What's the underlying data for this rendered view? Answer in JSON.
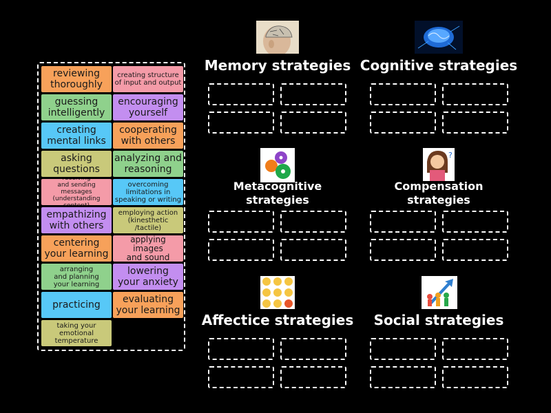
{
  "colors": {
    "orange": "#f7a15a",
    "pink": "#f49ba8",
    "green": "#8fd18c",
    "purple": "#c38ef0",
    "blue": "#57c8f7",
    "olive": "#c9c97a"
  },
  "bank": [
    {
      "label": "reviewing\nthoroughly",
      "color": "orange",
      "size": "l"
    },
    {
      "label": "creating structure\nof input and output",
      "color": "pink",
      "size": "s"
    },
    {
      "label": "guessing\nintelligently",
      "color": "green",
      "size": "l"
    },
    {
      "label": "encouraging\nyourself",
      "color": "purple",
      "size": "l"
    },
    {
      "label": "creating\nmental links",
      "color": "blue",
      "size": "l"
    },
    {
      "label": "cooperating\nwith others",
      "color": "orange",
      "size": "l"
    },
    {
      "label": "asking\nquestions",
      "color": "olive",
      "size": "l"
    },
    {
      "label": "analyzing and\nreasoning",
      "color": "green",
      "size": "l"
    },
    {
      "label": "receiving\nand sending messages\n(understanding content)",
      "color": "pink",
      "size": "xs"
    },
    {
      "label": "overcoming\nlimitations in\nspeaking or writing",
      "color": "blue",
      "size": "s"
    },
    {
      "label": "empathizing\nwith others",
      "color": "purple",
      "size": "l"
    },
    {
      "label": "employing action\n(kinesthetic /tactile)",
      "color": "olive",
      "size": "s"
    },
    {
      "label": "centering\nyour learning",
      "color": "orange",
      "size": "l"
    },
    {
      "label": "applying images\nand sound",
      "color": "pink",
      "size": "m"
    },
    {
      "label": "arranging\nand planning\nyour learning",
      "color": "green",
      "size": "s"
    },
    {
      "label": "lowering\nyour anxiety",
      "color": "purple",
      "size": "l"
    },
    {
      "label": "practicing",
      "color": "blue",
      "size": "l"
    },
    {
      "label": "evaluating\nyour learning",
      "color": "orange",
      "size": "l"
    },
    {
      "label": "taking your\nemotional\ntemperature",
      "color": "olive",
      "size": "s"
    }
  ],
  "groups": [
    {
      "title": "Memory strategies",
      "icon": "brain-head-icon"
    },
    {
      "title": "Cognitive strategies",
      "icon": "blue-brain-icon"
    },
    {
      "title": "Metacognitive\nstrategies",
      "icon": "gears-icon"
    },
    {
      "title": "Compensation\nstrategies",
      "icon": "thinking-girl-icon"
    },
    {
      "title": "Affectice strategies",
      "icon": "emoji-faces-icon"
    },
    {
      "title": "Social strategies",
      "icon": "teamwork-arrow-icon"
    }
  ]
}
